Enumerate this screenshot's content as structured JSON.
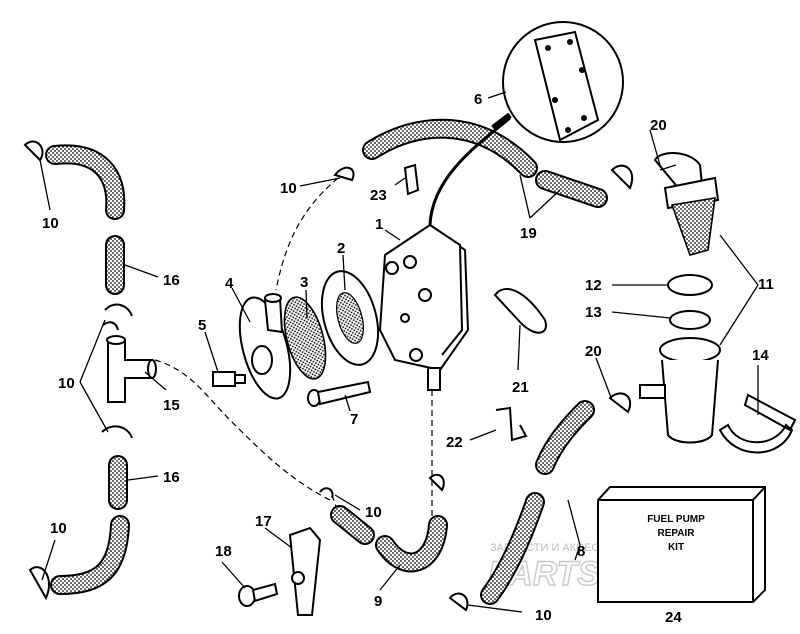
{
  "callouts": {
    "c1": "1",
    "c2": "2",
    "c3": "3",
    "c4": "4",
    "c5": "5",
    "c6": "6",
    "c7": "7",
    "c8": "8",
    "c9": "9",
    "c10": "10",
    "c11": "11",
    "c12": "12",
    "c13": "13",
    "c14": "14",
    "c15": "15",
    "c16": "16",
    "c17": "17",
    "c18": "18",
    "c19": "19",
    "c20": "20",
    "c21": "21",
    "c22": "22",
    "c23": "23",
    "c24": "24"
  },
  "kit_box": {
    "line1": "FUEL PUMP",
    "line2": "REPAIR",
    "line3": "KIT"
  },
  "watermark": {
    "tagline": "ЗАПЧАСТИ И АКСЕССУАРЫ ДЛЯ МОТОТЕХНИКИ",
    "logo": "PARTSFOR.RU"
  }
}
